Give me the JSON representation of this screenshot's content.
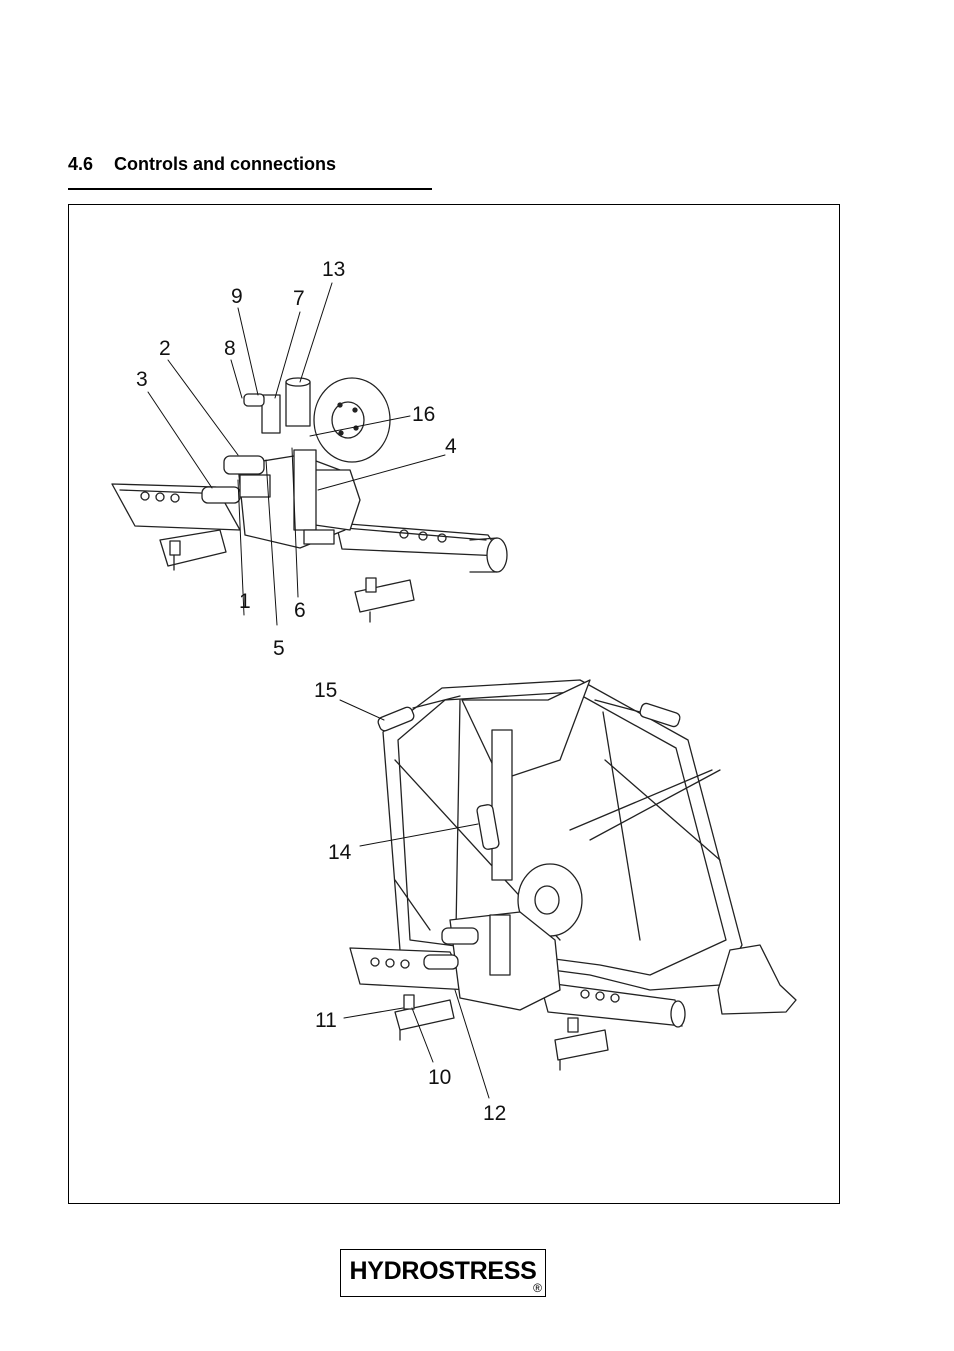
{
  "section": {
    "number": "4.6",
    "title": "Controls and connections"
  },
  "figure": {
    "callouts": [
      "1",
      "2",
      "3",
      "4",
      "5",
      "6",
      "7",
      "8",
      "9",
      "10",
      "11",
      "12",
      "13",
      "14",
      "15",
      "16"
    ]
  },
  "logo": {
    "text": "HYDROSTRESS",
    "registered": "®"
  }
}
